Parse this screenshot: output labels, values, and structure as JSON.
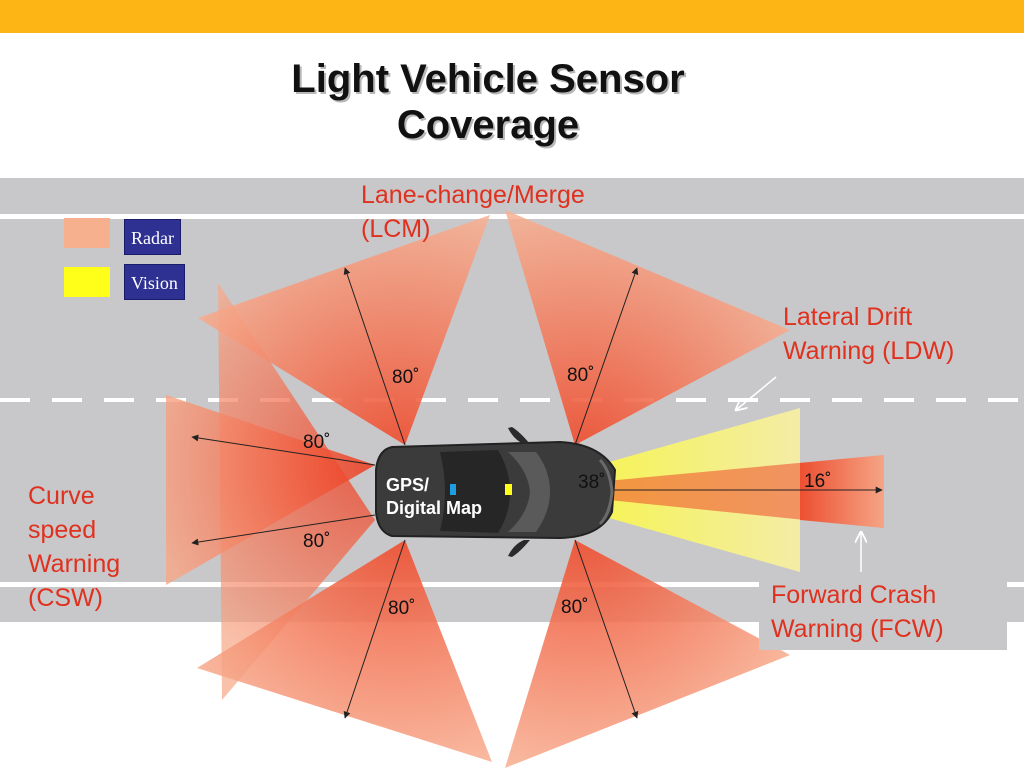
{
  "title": {
    "line1": "Light Vehicle Sensor",
    "line2": "Coverage"
  },
  "legend": {
    "radar": {
      "label": "Radar",
      "color": "#f7b08e"
    },
    "vision": {
      "label": "Vision",
      "color": "#ffff1a"
    }
  },
  "callouts": {
    "lcm": {
      "line1": "Lane-change/Merge",
      "line2": "(LCM)"
    },
    "ldw": {
      "line1": "Lateral Drift",
      "line2": "Warning (LDW)"
    },
    "csw": {
      "line1": "Curve",
      "line2": "speed",
      "line3": "Warning",
      "line4": "(CSW)"
    },
    "fcw": {
      "line1": "Forward Crash",
      "line2": "Warning (FCW)"
    }
  },
  "angles": {
    "rear_upper": "80˚",
    "rear_lower": "80˚",
    "left_upper": "80˚",
    "left_lower": "80˚",
    "right_upper": "80˚",
    "right_lower": "80˚",
    "vision": "38˚",
    "forward_radar": "16˚"
  },
  "car": {
    "line1": "GPS/",
    "line2": "Digital Map"
  },
  "colors": {
    "accent_bar": "#fdb515",
    "road": "#c8c7c9",
    "callout_text": "#e0301e",
    "radar_core": "#ef4a2a",
    "vision_core": "#ffff33"
  }
}
